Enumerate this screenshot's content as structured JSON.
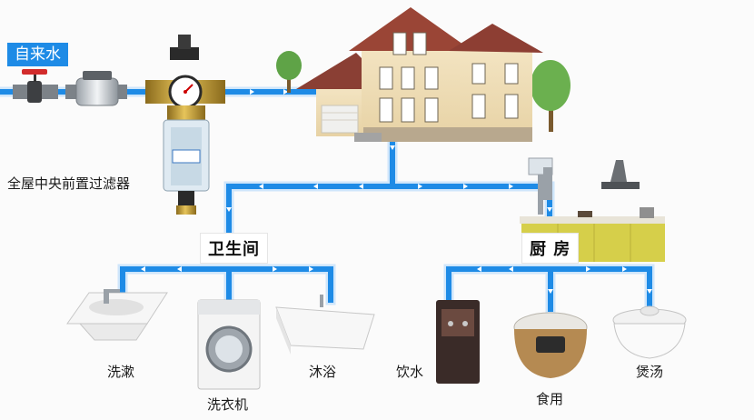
{
  "source": {
    "label": "自来水"
  },
  "filter": {
    "label": "全屋中央前置过滤器"
  },
  "rooms": [
    {
      "id": "bathroom",
      "label": "卫生间"
    },
    {
      "id": "kitchen",
      "label": "厨 房"
    }
  ],
  "fixtures": [
    {
      "id": "washbasin",
      "label": "洗漱"
    },
    {
      "id": "washing-machine",
      "label": "洗衣机"
    },
    {
      "id": "bathtub",
      "label": "沐浴"
    },
    {
      "id": "water-dispenser",
      "label": "饮水"
    },
    {
      "id": "rice-cooker",
      "label": "食用"
    },
    {
      "id": "soup-pot",
      "label": "煲汤"
    }
  ],
  "colors": {
    "pipe": "#1e8be6",
    "pipe_glow": "#cfe6fb",
    "arrow": "#ffffff",
    "tag_bg": "#1e8be6"
  }
}
